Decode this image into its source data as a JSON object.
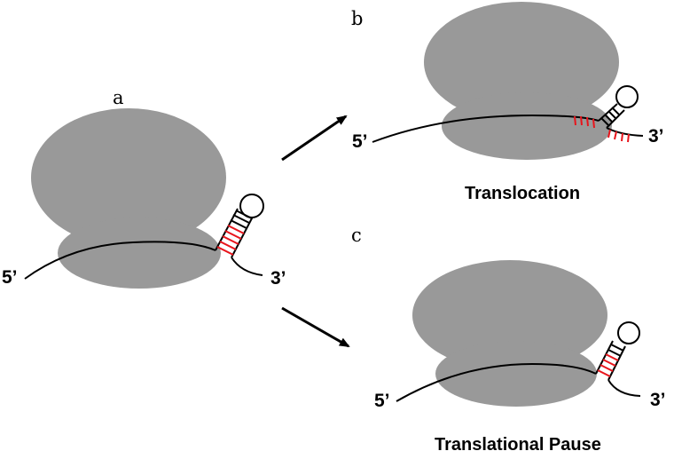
{
  "panels": {
    "a": {
      "letter": "a",
      "five_prime": "5’",
      "three_prime": "3’"
    },
    "b": {
      "letter": "b",
      "five_prime": "5’",
      "three_prime": "3’",
      "caption": "Translocation"
    },
    "c": {
      "letter": "c",
      "five_prime": "5’",
      "three_prime": "3’",
      "caption": "Translational Pause"
    }
  },
  "colors": {
    "ribosome": "#999999",
    "mrna": "#000000",
    "hairpin_stem": "#000000",
    "paired_bases": "#e8141b",
    "arrow": "#000000"
  },
  "icons": [
    "ribosome-icon",
    "mrna-hairpin-icon",
    "arrow-icon"
  ]
}
